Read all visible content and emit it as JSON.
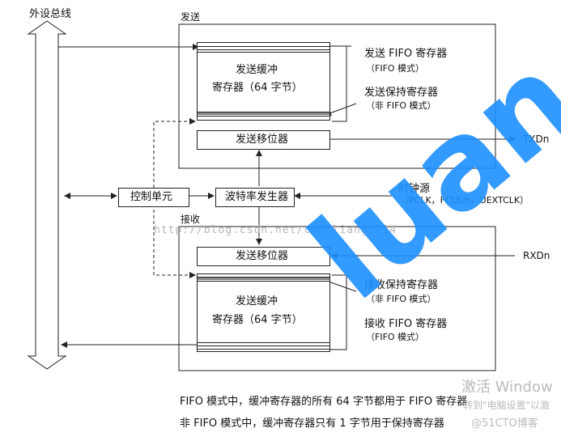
{
  "bus_label": "外设总线",
  "transmit": {
    "section_label": "发送",
    "fifo_buffer_line1": "发送缓冲",
    "fifo_buffer_line2": "寄存器（64 字节）",
    "fifo_reg_label": "发送 FIFO 寄存器",
    "fifo_mode_note": "（FIFO 模式）",
    "holding_reg_label": "发送保持寄存器",
    "non_fifo_note": "（非 FIFO 模式）",
    "shift_reg": "发送移位器",
    "output_signal": "TXDn"
  },
  "control_unit": "控制单元",
  "baud_generator": "波特率发生器",
  "clock_source": {
    "label": "时钟源",
    "options": "（PCLK，FCLK/n，UEXTCLK）"
  },
  "receive": {
    "section_label": "接收",
    "shift_reg": "发送移位器",
    "input_signal": "RXDn",
    "holding_reg_label": "接收保持寄存器",
    "non_fifo_note": "（非 FIFO 模式）",
    "fifo_reg_label": "接收 FIFO 寄存器",
    "fifo_mode_note": "（FIFO 模式）",
    "fifo_buffer_line1": "发送缓冲",
    "fifo_buffer_line2": "寄存器（64 字节）"
  },
  "notes": [
    "FIFO 模式中，缓冲寄存器的所有 64 字节都用于 FIFO 寄存器",
    "非 FIFO 模式中，缓冲寄存器只有 1 字节用于保持寄存器"
  ],
  "watermark": {
    "url": "http://blog.csdn.net/chenliang0224",
    "letters": "luan",
    "windows_line1": "激活 Window",
    "windows_line2": "转到\"电脑设置\"以激",
    "site": "@51CTO博客"
  },
  "colors": {
    "watermark_blue": "#1e90ff",
    "line": "#222222"
  }
}
